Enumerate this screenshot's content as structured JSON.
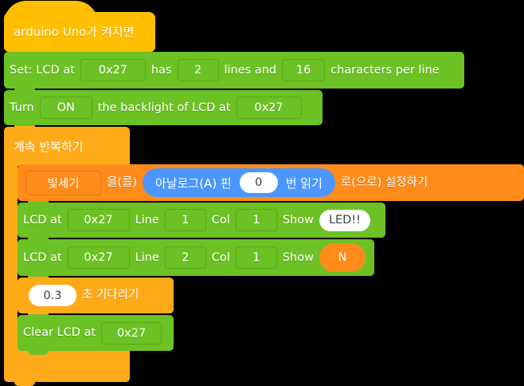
{
  "program": {
    "title": "arduino-uno-lcd-light-sensor-script",
    "hat": {
      "label": "arduino Uno가 켜지면",
      "color": "#FFBF00"
    },
    "blocks": [
      {
        "id": "set-lcd",
        "kind": "stack",
        "color": "#6CC124",
        "parts": [
          {
            "type": "label",
            "text": "Set: LCD at"
          },
          {
            "type": "field",
            "value": "0x27"
          },
          {
            "type": "label",
            "text": "has"
          },
          {
            "type": "field",
            "value": "2"
          },
          {
            "type": "label",
            "text": "lines and"
          },
          {
            "type": "field",
            "value": "16"
          },
          {
            "type": "label",
            "text": "characters per line"
          }
        ]
      },
      {
        "id": "backlight",
        "kind": "stack",
        "color": "#6CC124",
        "parts": [
          {
            "type": "label",
            "text": "Turn"
          },
          {
            "type": "field",
            "value": "ON"
          },
          {
            "type": "label",
            "text": "the backlight of LCD at"
          },
          {
            "type": "field",
            "value": "0x27"
          }
        ]
      },
      {
        "id": "forever",
        "kind": "c-block",
        "color": "#FFAB19",
        "label": "계속 반복하기"
      },
      {
        "id": "set-variable",
        "kind": "stack",
        "color": "#FF8C1A",
        "parts": [
          {
            "type": "dropdown",
            "value": "빛세기"
          },
          {
            "type": "label",
            "text": "을(를)"
          },
          {
            "type": "reporter",
            "color": "#4C97FF",
            "prefix": "아날로그(A) 핀",
            "value": "0",
            "suffix": "번 읽기"
          },
          {
            "type": "label",
            "text": "로(으로) 설정하기"
          }
        ]
      },
      {
        "id": "lcd-show-line1",
        "kind": "stack",
        "color": "#6CC124",
        "parts": [
          {
            "type": "label",
            "text": "LCD at"
          },
          {
            "type": "field",
            "value": "0x27"
          },
          {
            "type": "label",
            "text": "Line"
          },
          {
            "type": "field",
            "value": "1"
          },
          {
            "type": "label",
            "text": "Col"
          },
          {
            "type": "field",
            "value": "1"
          },
          {
            "type": "label",
            "text": "Show"
          },
          {
            "type": "text-input",
            "value": "LED!!"
          }
        ]
      },
      {
        "id": "lcd-show-line2",
        "kind": "stack",
        "color": "#6CC124",
        "parts": [
          {
            "type": "label",
            "text": "LCD at"
          },
          {
            "type": "field",
            "value": "0x27"
          },
          {
            "type": "label",
            "text": "Line"
          },
          {
            "type": "field",
            "value": "2"
          },
          {
            "type": "label",
            "text": "Col"
          },
          {
            "type": "field",
            "value": "1"
          },
          {
            "type": "label",
            "text": "Show"
          },
          {
            "type": "variable-reporter",
            "color": "#FF8C1A",
            "value": "N"
          }
        ]
      },
      {
        "id": "wait",
        "kind": "stack",
        "color": "#FFAB19",
        "parts": [
          {
            "type": "number-input",
            "value": "0.3"
          },
          {
            "type": "label",
            "text": "초 기다리기"
          }
        ]
      },
      {
        "id": "clear-lcd",
        "kind": "stack",
        "color": "#6CC124",
        "parts": [
          {
            "type": "label",
            "text": "Clear LCD at"
          },
          {
            "type": "field",
            "value": "0x27"
          }
        ]
      }
    ]
  },
  "hat": {
    "label": "arduino Uno가 켜지면"
  },
  "set_lcd": {
    "t1": "Set: LCD at",
    "addr": "0x27",
    "t2": "has",
    "lines": "2",
    "t3": "lines and",
    "chars": "16",
    "t4": "characters per line"
  },
  "backlight": {
    "t1": "Turn",
    "state": "ON",
    "t2": "the backlight of LCD at",
    "addr": "0x27"
  },
  "forever": {
    "label": "계속 반복하기"
  },
  "set_variable": {
    "variable": "빛세기",
    "t1": "을(를)",
    "reporter_prefix": "아날로그(A) 핀",
    "pin": "0",
    "reporter_suffix": "번 읽기",
    "t2": "로(으로) 설정하기"
  },
  "lcd_line1": {
    "t1": "LCD at",
    "addr": "0x27",
    "t2": "Line",
    "line": "1",
    "t3": "Col",
    "col": "1",
    "t4": "Show",
    "text": "LED!!"
  },
  "lcd_line2": {
    "t1": "LCD at",
    "addr": "0x27",
    "t2": "Line",
    "line": "2",
    "t3": "Col",
    "col": "1",
    "t4": "Show",
    "variable": "N"
  },
  "wait": {
    "seconds": "0.3",
    "label": "초 기다리기"
  },
  "clear_lcd": {
    "t1": "Clear LCD at",
    "addr": "0x27"
  },
  "colors": {
    "hat": "#FFBF00",
    "lcd_green": "#6CC124",
    "control_orange": "#FFAB19",
    "variable_orange": "#FF8C1A",
    "sensing_blue": "#4C97FF",
    "canvas": "#000000",
    "text": "#FFFFFF"
  }
}
